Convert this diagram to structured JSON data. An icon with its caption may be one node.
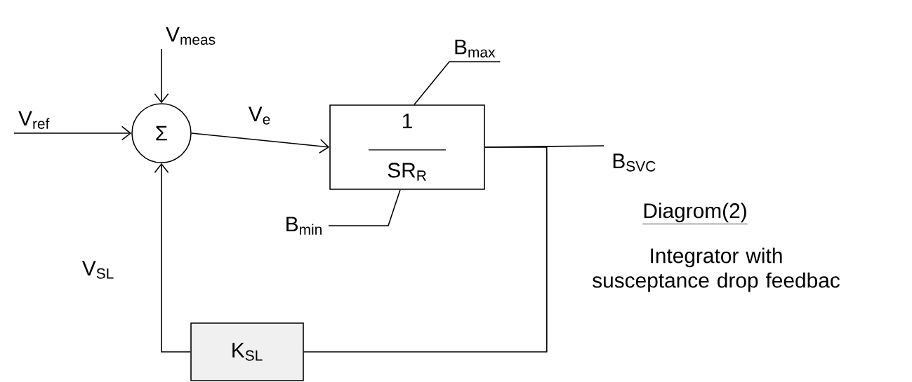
{
  "diagram": {
    "nodes": [
      {
        "text": [
          "Σ"
        ]
      },
      {
        "text": [
          "1",
          "SR$_{R}$"
        ]
      },
      {
        "text": [
          "K$_{SL}$"
        ]
      },
      {
        "text": [
          "V$_{meas}$"
        ]
      },
      {
        "text": [
          "V$_{ref}$"
        ]
      },
      {
        "text": [
          "B$_{SVC}$"
        ]
      },
      {
        "text": [
          "B$_{max}$"
        ]
      },
      {
        "text": [
          "B$_{min}$"
        ]
      }
    ],
    "edges": [
      {
        "from": 3,
        "to": 0,
        "arrow": "to"
      },
      {
        "from": 4,
        "to": 0,
        "arrow": "to"
      },
      {
        "from": 0,
        "to": 1,
        "arrow": "to",
        "label": "V$_{e}$"
      },
      {
        "from": 1,
        "to": 5,
        "arrow": "none"
      },
      {
        "from": 1,
        "to": 2,
        "arrow": "none"
      },
      {
        "from": 2,
        "to": 0,
        "arrow": "to",
        "label": "V$_{SL}$"
      },
      {
        "from": 6,
        "to": 1,
        "arrow": "none"
      },
      {
        "from": 7,
        "to": 1,
        "arrow": "none"
      }
    ],
    "labels": [
      "Diagrom(2)",
      "Integrator with susceptance drop feedbac"
    ]
  }
}
